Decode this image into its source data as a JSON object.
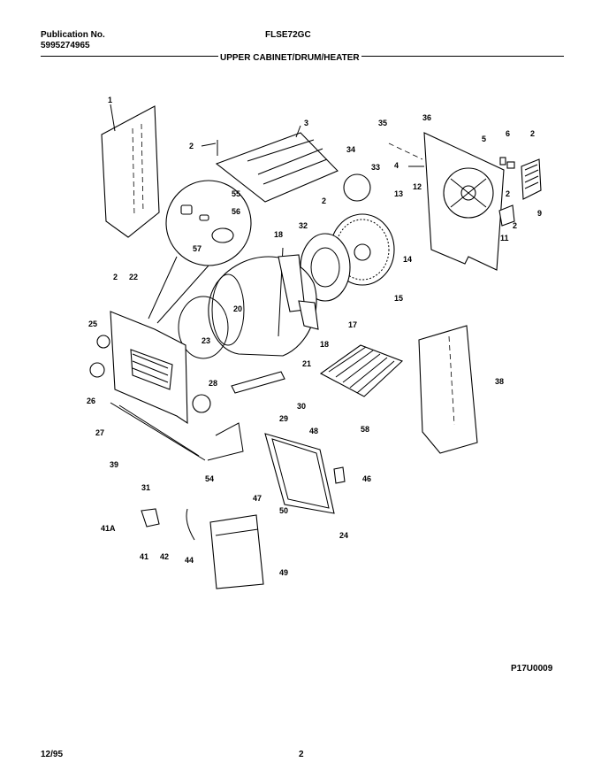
{
  "header": {
    "pub_label": "Publication No.",
    "pub_number": "5995274965",
    "model": "FLSE72GC",
    "section_title": "UPPER CABINET/DRUM/HEATER"
  },
  "diagram_code": "P17U0009",
  "footer": {
    "date": "12/95",
    "page": "2"
  },
  "parts": {
    "p1": "1",
    "p2": "2",
    "p3": "3",
    "p4": "4",
    "p5": "5",
    "p6": "6",
    "p9": "9",
    "p11": "11",
    "p12": "12",
    "p13": "13",
    "p14": "14",
    "p15": "15",
    "p17": "17",
    "p18": "18",
    "p20": "20",
    "p21": "21",
    "p22": "22",
    "p23": "23",
    "p24": "24",
    "p25": "25",
    "p26": "26",
    "p27": "27",
    "p28": "28",
    "p29": "29",
    "p30": "30",
    "p31": "31",
    "p32": "32",
    "p33": "33",
    "p34": "34",
    "p35": "35",
    "p36": "36",
    "p38": "38",
    "p39": "39",
    "p41": "41",
    "p41a": "41A",
    "p42": "42",
    "p44": "44",
    "p46": "46",
    "p47": "47",
    "p48": "48",
    "p49": "49",
    "p50": "50",
    "p54": "54",
    "p55": "55",
    "p56": "56",
    "p57": "57",
    "p58": "58"
  }
}
